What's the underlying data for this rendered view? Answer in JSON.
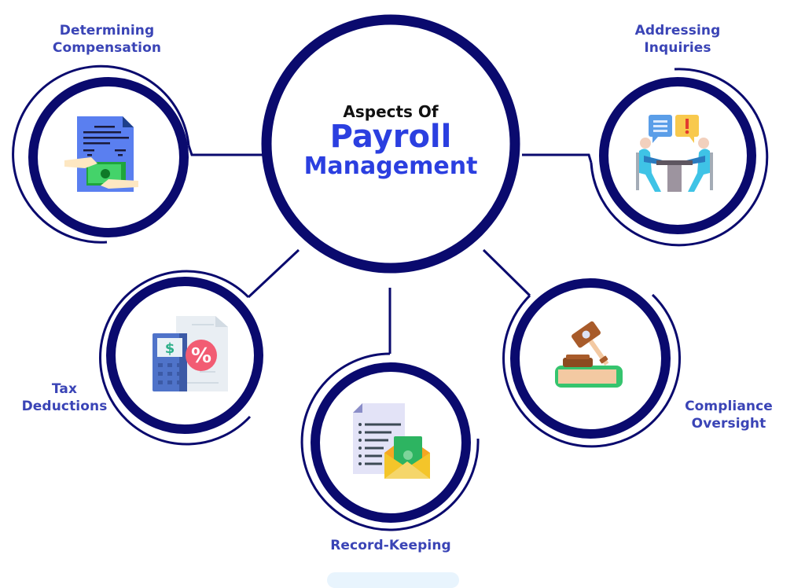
{
  "diagram": {
    "center": {
      "prefix": "Aspects Of",
      "title_line1": "Payroll",
      "title_line2": "Management"
    },
    "nodes": [
      {
        "id": "determining-compensation",
        "label_lines": [
          "Determining",
          "Compensation"
        ],
        "icon": "salary-document-icon",
        "position": "top-left"
      },
      {
        "id": "addressing-inquiries",
        "label_lines": [
          "Addressing",
          "Inquiries"
        ],
        "icon": "meeting-discussion-icon",
        "position": "top-right"
      },
      {
        "id": "tax-deductions",
        "label_lines": [
          "Tax",
          "Deductions"
        ],
        "icon": "tax-calculator-icon",
        "position": "middle-left"
      },
      {
        "id": "record-keeping",
        "label_lines": [
          "Record-Keeping"
        ],
        "icon": "records-envelope-icon",
        "position": "bottom-center"
      },
      {
        "id": "compliance-oversight",
        "label_lines": [
          "Compliance",
          "Oversight"
        ],
        "icon": "gavel-book-icon",
        "position": "middle-right"
      }
    ]
  },
  "colors": {
    "ring": "#0a0a6e",
    "label": "#3a44b6",
    "title_accent": "#2b3fe0",
    "title_prefix": "#111111"
  }
}
